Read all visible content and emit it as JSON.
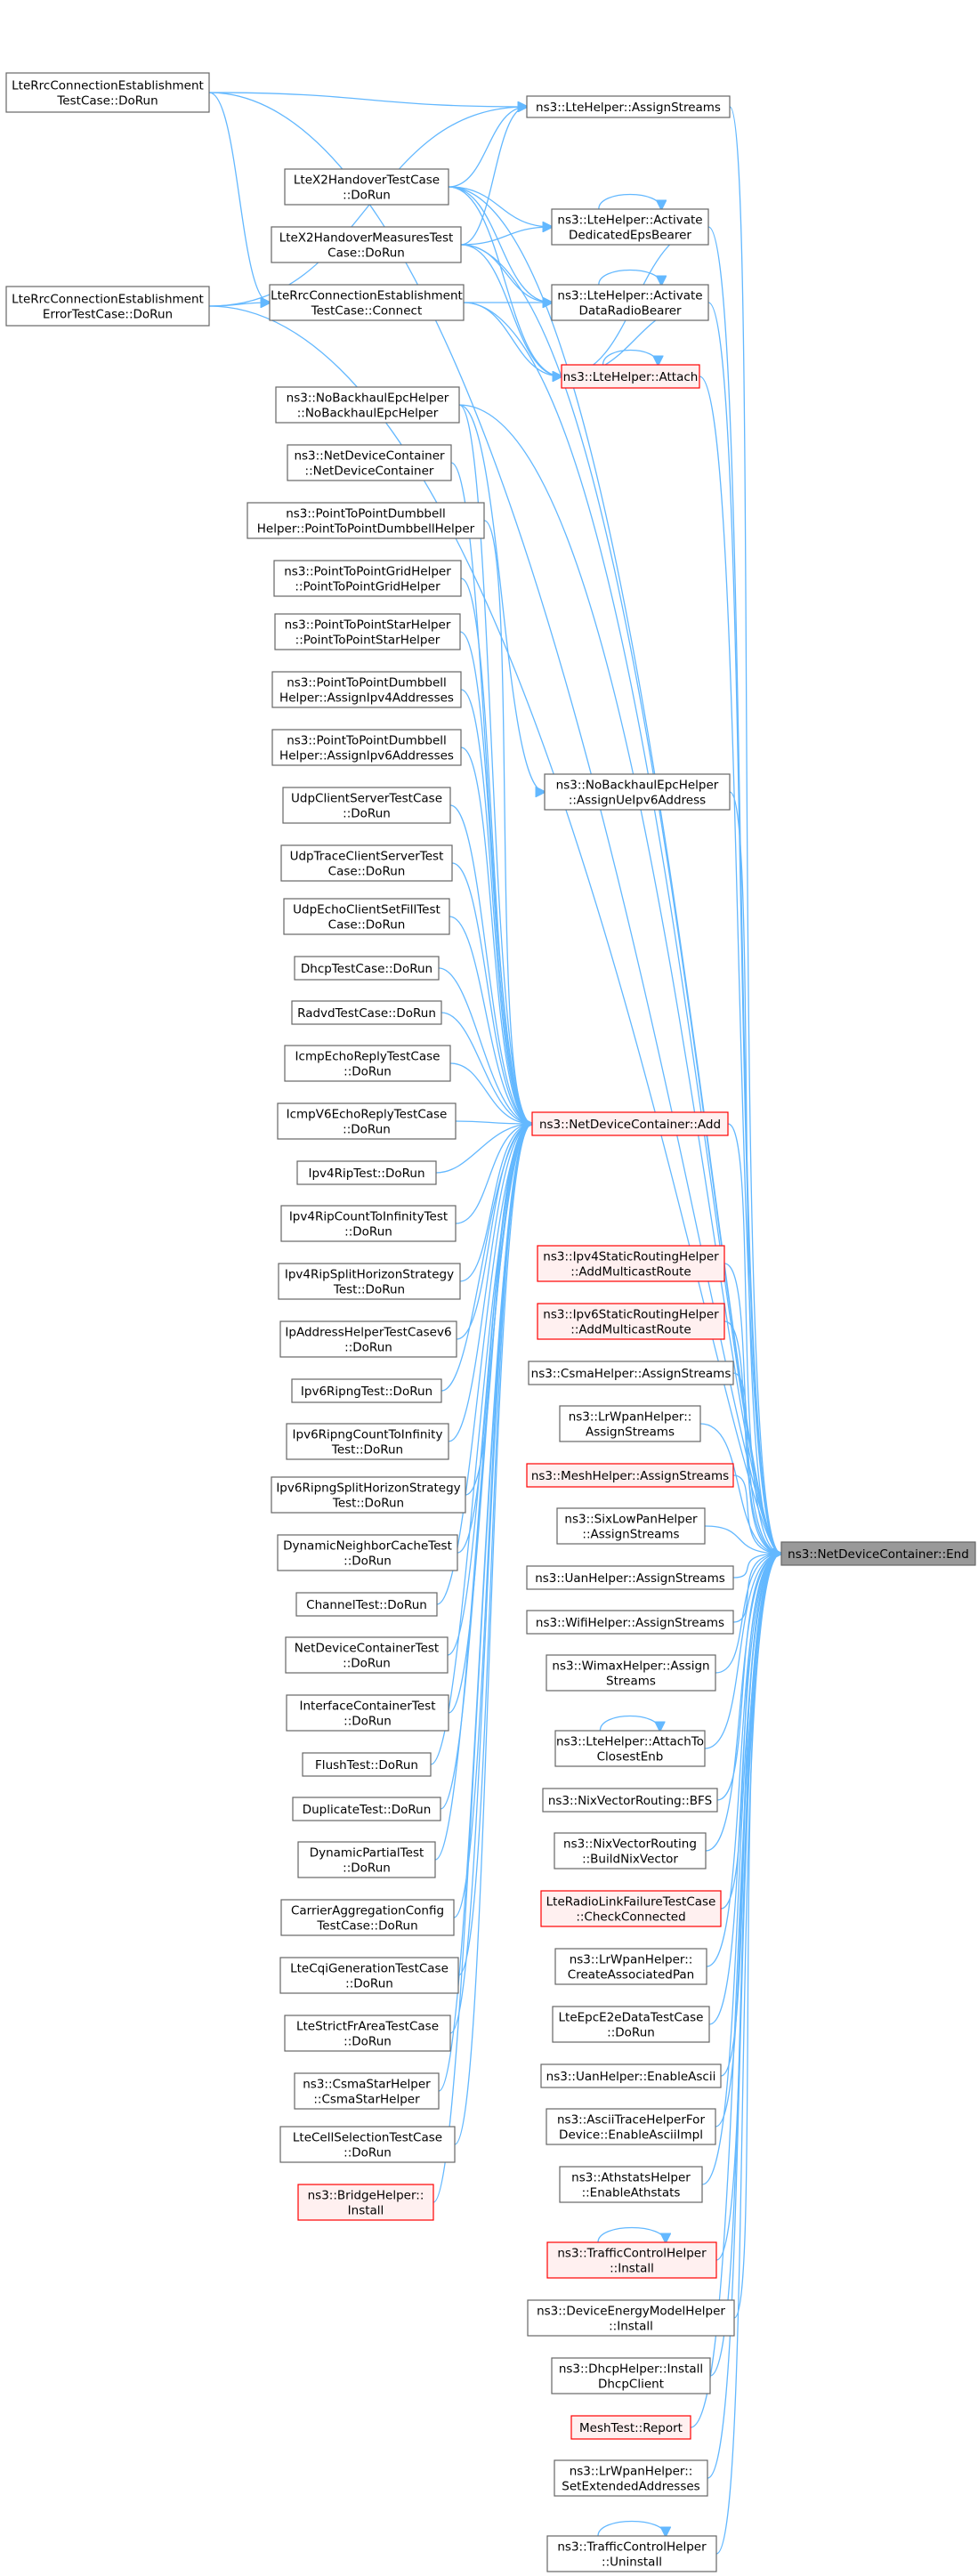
{
  "graph": {
    "target": "ns3::NetDeviceContainer::End",
    "nodes": [
      {
        "id": "lrce",
        "lines": [
          "LteRrcConnectionEstablishment",
          "TestCase::DoRun"
        ]
      },
      {
        "id": "lrcee",
        "lines": [
          "LteRrcConnectionEstablishment",
          "ErrorTestCase::DoRun"
        ]
      },
      {
        "id": "x2h",
        "lines": [
          "LteX2HandoverTestCase",
          "::DoRun"
        ]
      },
      {
        "id": "x2hm",
        "lines": [
          "LteX2HandoverMeasuresTest",
          "Case::DoRun"
        ]
      },
      {
        "id": "rcc",
        "lines": [
          "LteRrcConnectionEstablishment",
          "TestCase::Connect"
        ]
      },
      {
        "id": "assign",
        "lines": [
          "ns3::LteHelper::AssignStreams"
        ]
      },
      {
        "id": "adeb",
        "lines": [
          "ns3::LteHelper::Activate",
          "DedicatedEpsBearer"
        ]
      },
      {
        "id": "adrb",
        "lines": [
          "ns3::LteHelper::Activate",
          "DataRadioBearer"
        ]
      },
      {
        "id": "attach",
        "lines": [
          "ns3::LteHelper::Attach"
        ],
        "red": true
      },
      {
        "id": "nbeh",
        "lines": [
          "ns3::NoBackhaulEpcHelper",
          "::NoBackhaulEpcHelper"
        ]
      },
      {
        "id": "ndc",
        "lines": [
          "ns3::NetDeviceContainer",
          "::NetDeviceContainer"
        ]
      },
      {
        "id": "ptpd",
        "lines": [
          "ns3::PointToPointDumbbell",
          "Helper::PointToPointDumbbellHelper"
        ]
      },
      {
        "id": "ptpg",
        "lines": [
          "ns3::PointToPointGridHelper",
          "::PointToPointGridHelper"
        ]
      },
      {
        "id": "ptps",
        "lines": [
          "ns3::PointToPointStarHelper",
          "::PointToPointStarHelper"
        ]
      },
      {
        "id": "ptpd4",
        "lines": [
          "ns3::PointToPointDumbbell",
          "Helper::AssignIpv4Addresses"
        ]
      },
      {
        "id": "ptpd6",
        "lines": [
          "ns3::PointToPointDumbbell",
          "Helper::AssignIpv6Addresses"
        ]
      },
      {
        "id": "ucs",
        "lines": [
          "UdpClientServerTestCase",
          "::DoRun"
        ]
      },
      {
        "id": "utcs",
        "lines": [
          "UdpTraceClientServerTest",
          "Case::DoRun"
        ]
      },
      {
        "id": "uecsf",
        "lines": [
          "UdpEchoClientSetFillTest",
          "Case::DoRun"
        ]
      },
      {
        "id": "dhcpt",
        "lines": [
          "DhcpTestCase::DoRun"
        ]
      },
      {
        "id": "radvd",
        "lines": [
          "RadvdTestCase::DoRun"
        ]
      },
      {
        "id": "icmp",
        "lines": [
          "IcmpEchoReplyTestCase",
          "::DoRun"
        ]
      },
      {
        "id": "icmp6",
        "lines": [
          "IcmpV6EchoReplyTestCase",
          "::DoRun"
        ]
      },
      {
        "id": "ipv4rip",
        "lines": [
          "Ipv4RipTest::DoRun"
        ]
      },
      {
        "id": "ipv4ripc",
        "lines": [
          "Ipv4RipCountToInfinityTest",
          "::DoRun"
        ]
      },
      {
        "id": "ipv4rips",
        "lines": [
          "Ipv4RipSplitHorizonStrategy",
          "Test::DoRun"
        ]
      },
      {
        "id": "ipaddr",
        "lines": [
          "IpAddressHelperTestCasev6",
          "::DoRun"
        ]
      },
      {
        "id": "ipv6ripng",
        "lines": [
          "Ipv6RipngTest::DoRun"
        ]
      },
      {
        "id": "ipv6ripngc",
        "lines": [
          "Ipv6RipngCountToInfinity",
          "Test::DoRun"
        ]
      },
      {
        "id": "ipv6ripngs",
        "lines": [
          "Ipv6RipngSplitHorizonStrategy",
          "Test::DoRun"
        ]
      },
      {
        "id": "dnc",
        "lines": [
          "DynamicNeighborCacheTest",
          "::DoRun"
        ]
      },
      {
        "id": "chan",
        "lines": [
          "ChannelTest::DoRun"
        ]
      },
      {
        "id": "ndct",
        "lines": [
          "NetDeviceContainerTest",
          "::DoRun"
        ]
      },
      {
        "id": "ict",
        "lines": [
          "InterfaceContainerTest",
          "::DoRun"
        ]
      },
      {
        "id": "flush",
        "lines": [
          "FlushTest::DoRun"
        ]
      },
      {
        "id": "dup",
        "lines": [
          "DuplicateTest::DoRun"
        ]
      },
      {
        "id": "dpt",
        "lines": [
          "DynamicPartialTest",
          "::DoRun"
        ]
      },
      {
        "id": "cac",
        "lines": [
          "CarrierAggregationConfig",
          "TestCase::DoRun"
        ]
      },
      {
        "id": "cqi",
        "lines": [
          "LteCqiGenerationTestCase",
          "::DoRun"
        ]
      },
      {
        "id": "sfr",
        "lines": [
          "LteStrictFrAreaTestCase",
          "::DoRun"
        ]
      },
      {
        "id": "csmastar",
        "lines": [
          "ns3::CsmaStarHelper",
          "::CsmaStarHelper"
        ]
      },
      {
        "id": "cellsel",
        "lines": [
          "LteCellSelectionTestCase",
          "::DoRun"
        ]
      },
      {
        "id": "bridge",
        "lines": [
          "ns3::BridgeHelper::",
          "Install"
        ],
        "red": true
      },
      {
        "id": "nbeh6",
        "lines": [
          "ns3::NoBackhaulEpcHelper",
          "::AssignUeIpv6Address"
        ]
      },
      {
        "id": "add",
        "lines": [
          "ns3::NetDeviceContainer::Add"
        ],
        "red": true
      },
      {
        "id": "ipv4smr",
        "lines": [
          "ns3::Ipv4StaticRoutingHelper",
          "::AddMulticastRoute"
        ],
        "red": true
      },
      {
        "id": "ipv6smr",
        "lines": [
          "ns3::Ipv6StaticRoutingHelper",
          "::AddMulticastRoute"
        ],
        "red": true
      },
      {
        "id": "csmas",
        "lines": [
          "ns3::CsmaHelper::AssignStreams"
        ]
      },
      {
        "id": "lrwpan",
        "lines": [
          "ns3::LrWpanHelper::",
          "AssignStreams"
        ]
      },
      {
        "id": "mesh",
        "lines": [
          "ns3::MeshHelper::AssignStreams"
        ],
        "red": true
      },
      {
        "id": "sixlow",
        "lines": [
          "ns3::SixLowPanHelper",
          "::AssignStreams"
        ]
      },
      {
        "id": "uan",
        "lines": [
          "ns3::UanHelper::AssignStreams"
        ]
      },
      {
        "id": "wifi",
        "lines": [
          "ns3::WifiHelper::AssignStreams"
        ]
      },
      {
        "id": "wimax",
        "lines": [
          "ns3::WimaxHelper::Assign",
          "Streams"
        ]
      },
      {
        "id": "atce",
        "lines": [
          "ns3::LteHelper::AttachTo",
          "ClosestEnb"
        ]
      },
      {
        "id": "nixbfs",
        "lines": [
          "ns3::NixVectorRouting::BFS"
        ]
      },
      {
        "id": "nixbuild",
        "lines": [
          "ns3::NixVectorRouting",
          "::BuildNixVector"
        ]
      },
      {
        "id": "rlf",
        "lines": [
          "LteRadioLinkFailureTestCase",
          "::CheckConnected"
        ],
        "red": true
      },
      {
        "id": "lrwpancap",
        "lines": [
          "ns3::LrWpanHelper::",
          "CreateAssociatedPan"
        ]
      },
      {
        "id": "epce2e",
        "lines": [
          "LteEpcE2eDataTestCase",
          "::DoRun"
        ]
      },
      {
        "id": "uanascii",
        "lines": [
          "ns3::UanHelper::EnableAscii"
        ]
      },
      {
        "id": "ascii",
        "lines": [
          "ns3::AsciiTraceHelperFor",
          "Device::EnableAsciiImpl"
        ]
      },
      {
        "id": "athstats",
        "lines": [
          "ns3::AthstatsHelper",
          "::EnableAthstats"
        ]
      },
      {
        "id": "tci",
        "lines": [
          "ns3::TrafficControlHelper",
          "::Install"
        ],
        "red": true
      },
      {
        "id": "dem",
        "lines": [
          "ns3::DeviceEnergyModelHelper",
          "::Install"
        ]
      },
      {
        "id": "dhcpclient",
        "lines": [
          "ns3::DhcpHelper::Install",
          "DhcpClient"
        ]
      },
      {
        "id": "meshrep",
        "lines": [
          "MeshTest::Report"
        ],
        "red": true
      },
      {
        "id": "lrwpanext",
        "lines": [
          "ns3::LrWpanHelper::",
          "SetExtendedAddresses"
        ]
      },
      {
        "id": "tcu",
        "lines": [
          "ns3::TrafficControlHelper",
          "::Uninstall"
        ]
      },
      {
        "id": "end",
        "lines": [
          "ns3::NetDeviceContainer::End"
        ],
        "target": true
      }
    ]
  }
}
